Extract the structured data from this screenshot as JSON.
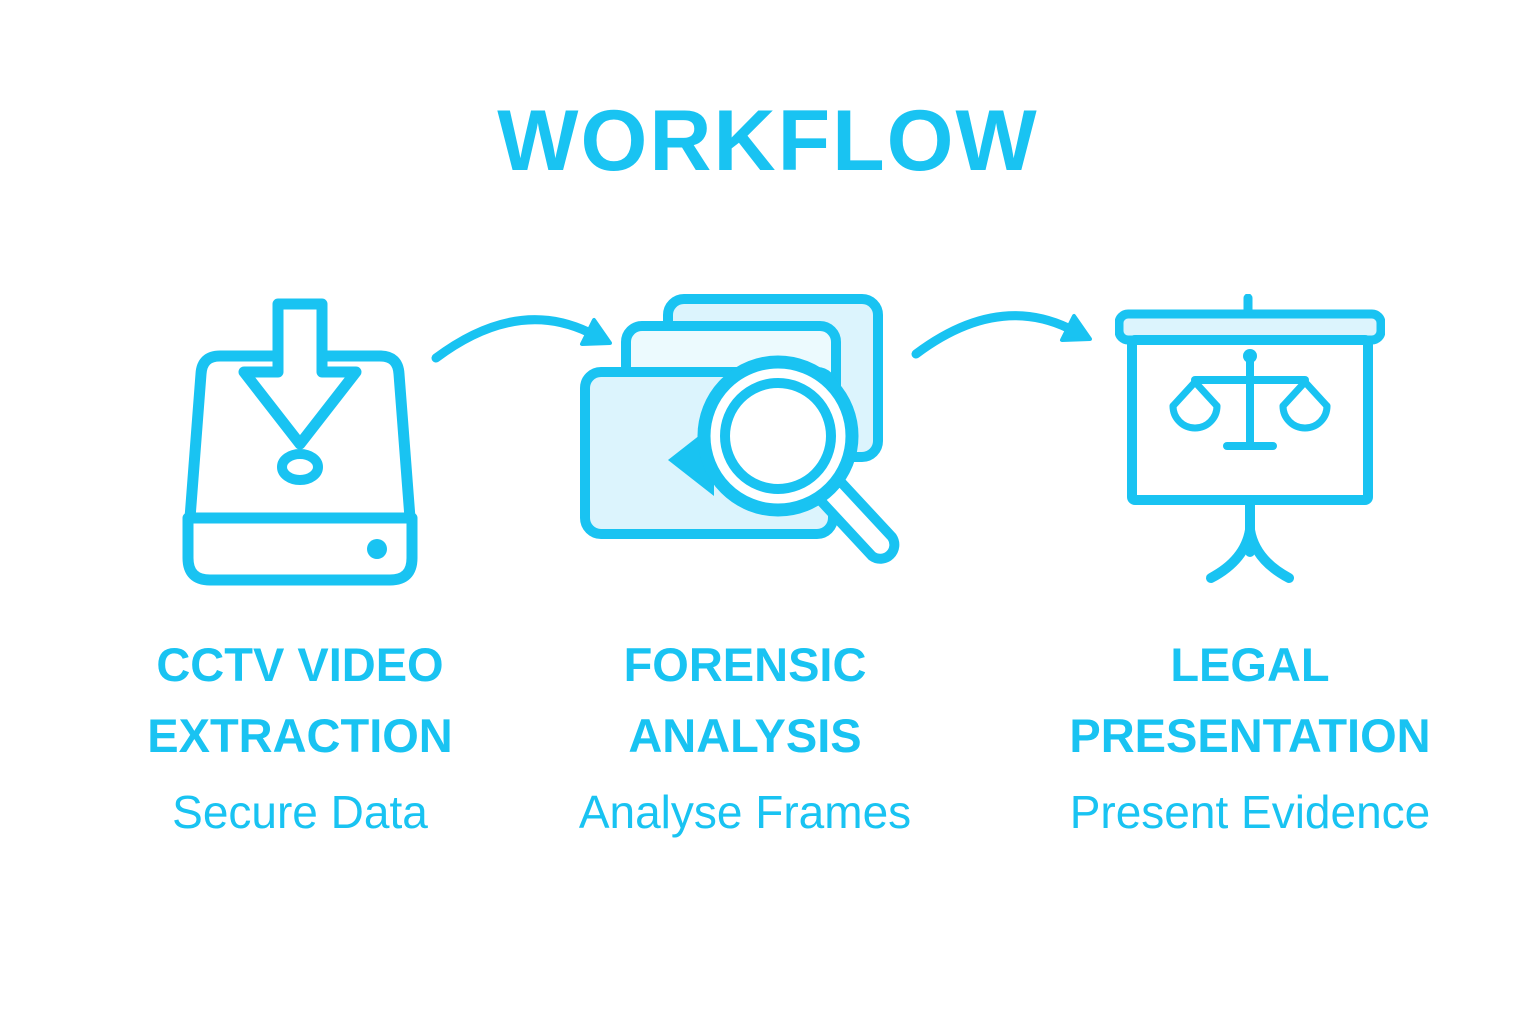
{
  "title": "WORKFLOW",
  "colors": {
    "accent": "#19C3F2",
    "light": "#DCF4FD",
    "lighter": "#ECFAFE",
    "background": "#FFFFFF"
  },
  "steps": [
    {
      "title": "CCTV VIDEO\nEXTRACTION",
      "subtitle": "Secure Data",
      "icon": "hard-drive-download-icon"
    },
    {
      "title": "FORENSIC\nANALYSIS",
      "subtitle": "Analyse Frames",
      "icon": "video-frames-magnifier-icon"
    },
    {
      "title": "LEGAL\nPRESENTATION",
      "subtitle": "Present Evidence",
      "icon": "presentation-scales-icon"
    }
  ],
  "connectors": {
    "icon": "curved-arrow-icon",
    "count": 2
  }
}
